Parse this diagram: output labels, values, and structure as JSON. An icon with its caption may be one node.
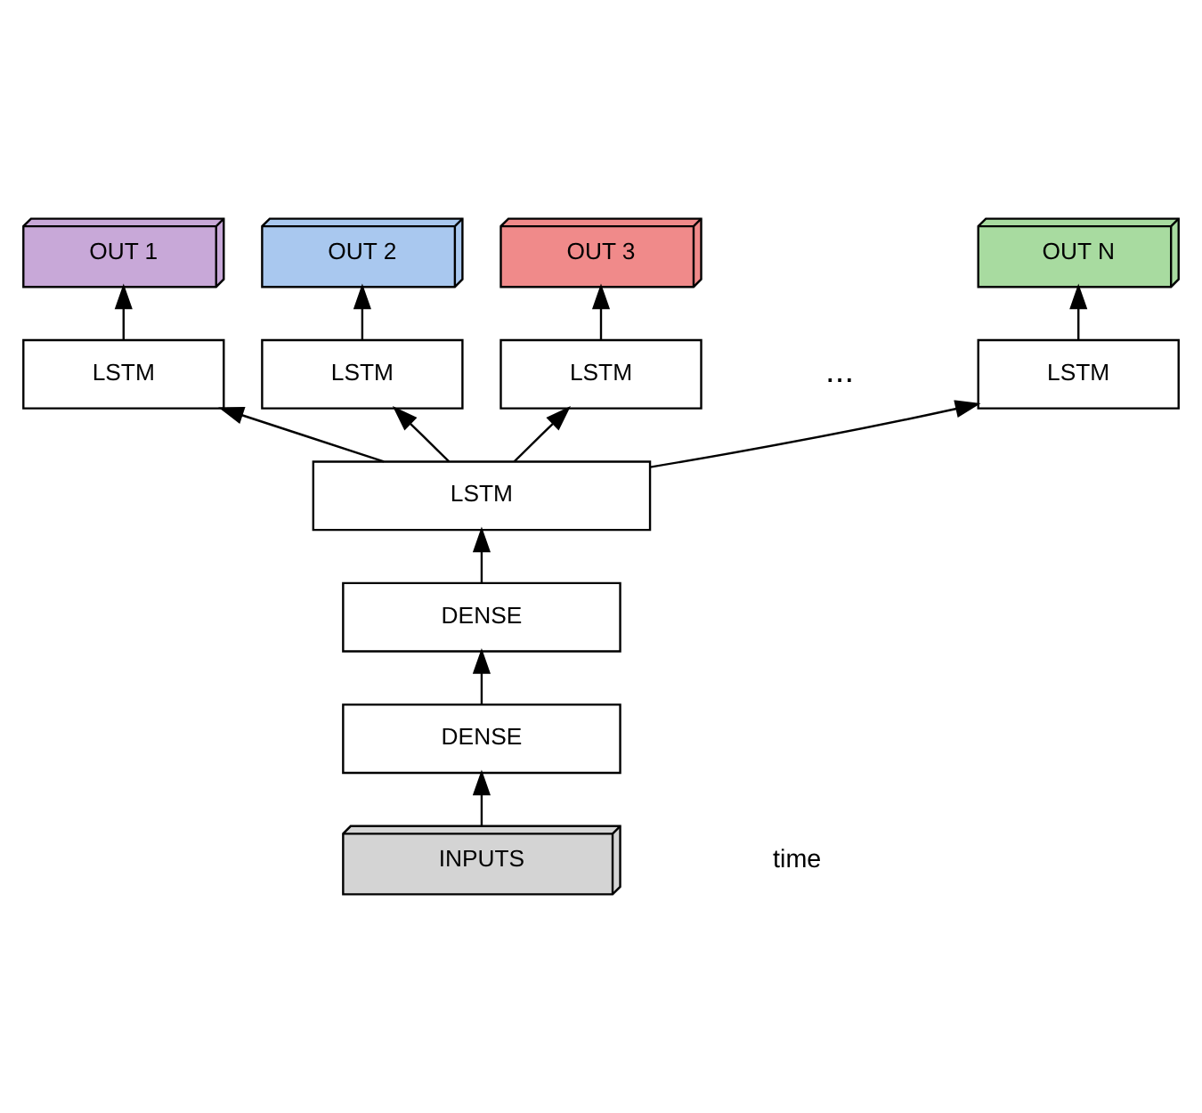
{
  "diagram": {
    "nodes": [
      {
        "text": [
          "OUT 1"
        ]
      },
      {
        "text": [
          "OUT 2"
        ]
      },
      {
        "text": [
          "OUT 3"
        ]
      },
      {
        "text": [
          "OUT N"
        ]
      },
      {
        "text": [
          "LSTM"
        ]
      },
      {
        "text": [
          "LSTM"
        ]
      },
      {
        "text": [
          "LSTM"
        ]
      },
      {
        "text": [
          "LSTM"
        ]
      },
      {
        "text": [
          "LSTM"
        ]
      },
      {
        "text": [
          "DENSE"
        ]
      },
      {
        "text": [
          "DENSE"
        ]
      },
      {
        "text": [
          "INPUTS"
        ]
      }
    ],
    "edges": [
      {
        "from": 11,
        "to": 10,
        "arrow": "to"
      },
      {
        "from": 10,
        "to": 9,
        "arrow": "to"
      },
      {
        "from": 9,
        "to": 8,
        "arrow": "to"
      },
      {
        "from": 8,
        "to": 4,
        "arrow": "to"
      },
      {
        "from": 8,
        "to": 5,
        "arrow": "to"
      },
      {
        "from": 8,
        "to": 6,
        "arrow": "to"
      },
      {
        "from": 8,
        "to": 7,
        "arrow": "to"
      },
      {
        "from": 4,
        "to": 0,
        "arrow": "to"
      },
      {
        "from": 5,
        "to": 1,
        "arrow": "to"
      },
      {
        "from": 6,
        "to": 2,
        "arrow": "to"
      },
      {
        "from": 7,
        "to": 3,
        "arrow": "to"
      }
    ],
    "labels": [
      "...",
      "time"
    ]
  }
}
